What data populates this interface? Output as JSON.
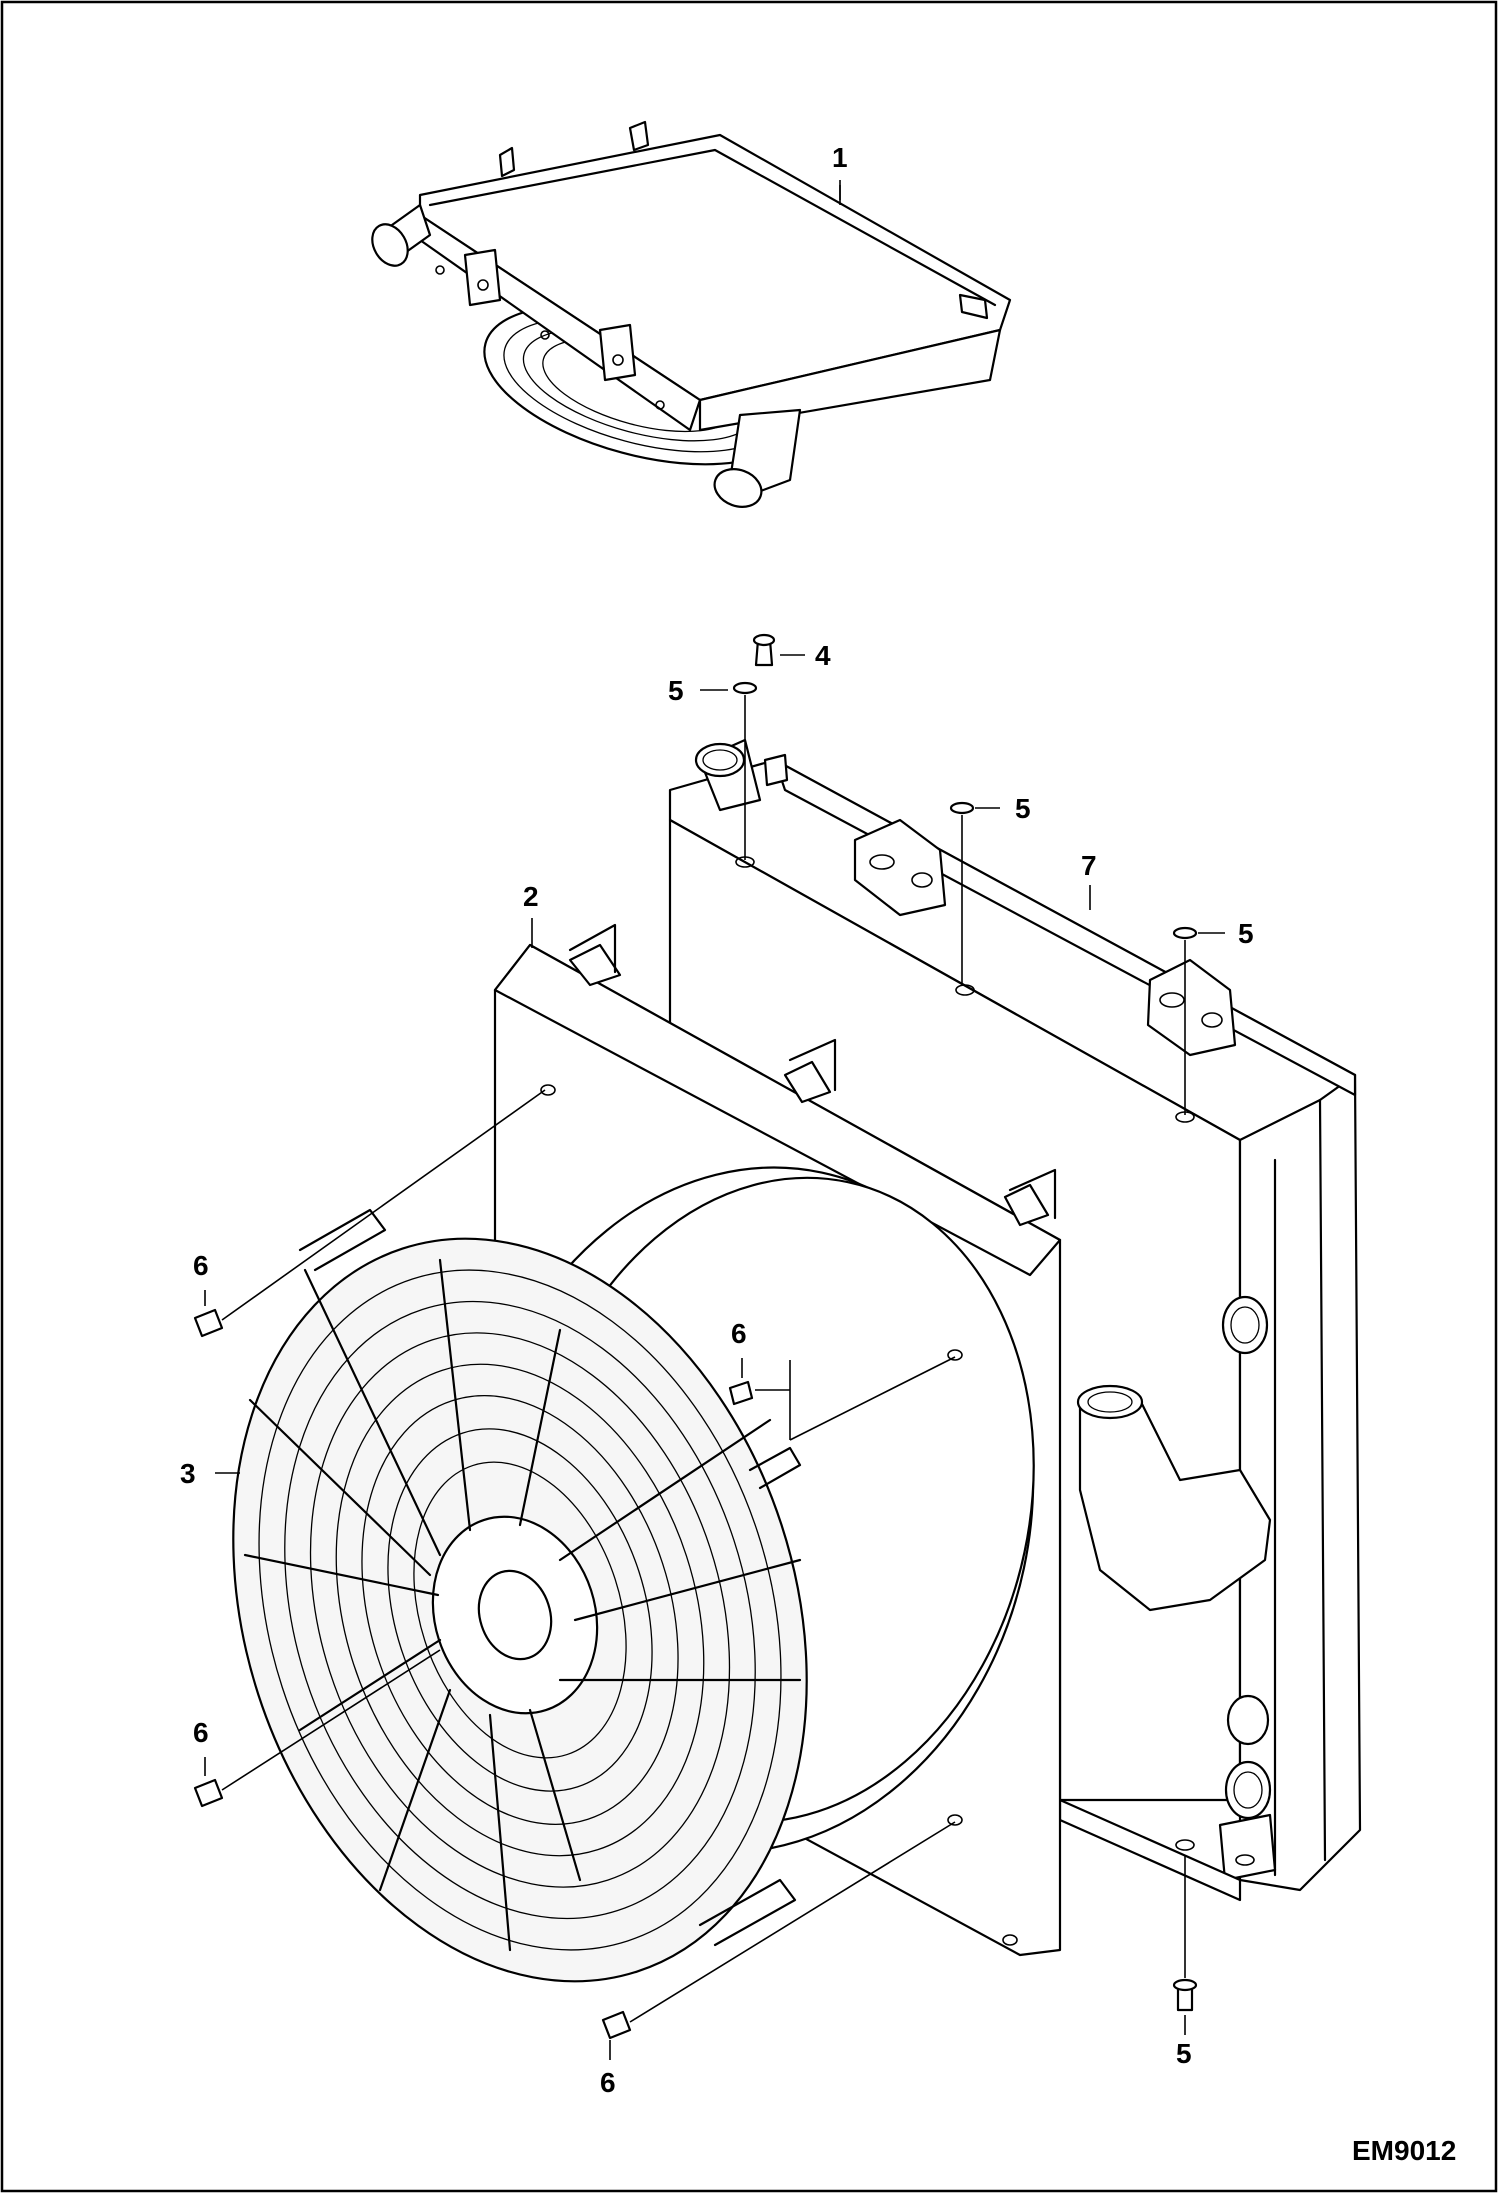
{
  "callouts": [
    {
      "id": "c1",
      "label": "1"
    },
    {
      "id": "c2",
      "label": "2"
    },
    {
      "id": "c3",
      "label": "3"
    },
    {
      "id": "c4",
      "label": "4"
    },
    {
      "id": "c5a",
      "label": "5"
    },
    {
      "id": "c5b",
      "label": "5"
    },
    {
      "id": "c5c",
      "label": "5"
    },
    {
      "id": "c5d",
      "label": "5"
    },
    {
      "id": "c6a",
      "label": "6"
    },
    {
      "id": "c6b",
      "label": "6"
    },
    {
      "id": "c6c",
      "label": "6"
    },
    {
      "id": "c6d",
      "label": "6"
    },
    {
      "id": "c7",
      "label": "7"
    }
  ],
  "drawing_code": "EM9012"
}
